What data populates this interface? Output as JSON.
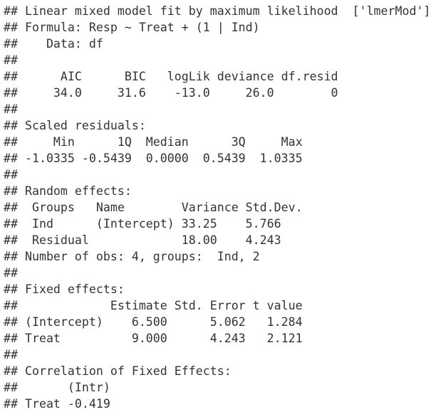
{
  "output": {
    "lines": [
      "## Linear mixed model fit by maximum likelihood  ['lmerMod']",
      "## Formula: Resp ~ Treat + (1 | Ind)",
      "##    Data: df",
      "## ",
      "##      AIC      BIC   logLik deviance df.resid ",
      "##     34.0     31.6    -13.0     26.0        0 ",
      "## ",
      "## Scaled residuals: ",
      "##     Min      1Q  Median      3Q     Max ",
      "## -1.0335 -0.5439  0.0000  0.5439  1.0335 ",
      "## ",
      "## Random effects:",
      "##  Groups   Name        Variance Std.Dev.",
      "##  Ind      (Intercept) 33.25    5.766   ",
      "##  Residual             18.00    4.243   ",
      "## Number of obs: 4, groups:  Ind, 2",
      "## ",
      "## Fixed effects:",
      "##             Estimate Std. Error t value",
      "## (Intercept)    6.500      5.062   1.284",
      "## Treat          9.000      4.243   2.121",
      "## ",
      "## Correlation of Fixed Effects:",
      "##       (Intr)",
      "## Treat -0.419"
    ]
  }
}
